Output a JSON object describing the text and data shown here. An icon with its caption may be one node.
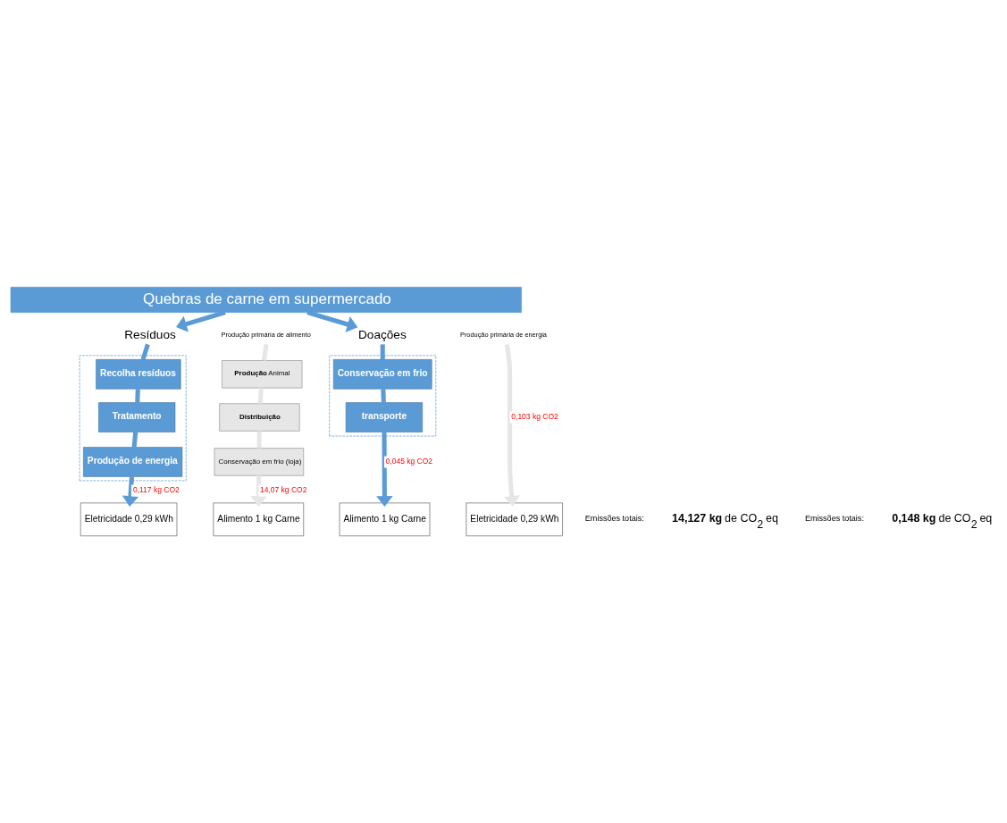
{
  "diagram": {
    "nodes": [
      {
        "text": [
          "Quebras de carne em supermercado"
        ]
      },
      {
        "text": [
          "Resíduos"
        ]
      },
      {
        "text": [],
        "shape": "box"
      },
      {
        "text": [
          "Recolha resíduos"
        ],
        "in": 2
      },
      {
        "text": [
          "Tratamento"
        ],
        "in": 2
      },
      {
        "text": [
          "Produção de energia"
        ],
        "in": 2
      },
      {
        "text": [
          "Eletricidade 0,29 kWh"
        ]
      },
      {
        "text": [
          "Produção primária de alimento"
        ]
      },
      {
        "text": [
          "**Produção** Animal"
        ]
      },
      {
        "text": [
          "Distribuição"
        ]
      },
      {
        "text": [
          "Conservação em frio (loja)"
        ]
      },
      {
        "text": [
          "Alimento 1 kg Carne"
        ]
      },
      {
        "text": [
          "Doações"
        ]
      },
      {
        "text": [],
        "shape": "box"
      },
      {
        "text": [
          "Conservação em frio"
        ],
        "in": 13
      },
      {
        "text": [
          "transporte"
        ],
        "in": 13
      },
      {
        "text": [
          "Alimento 1 kg Carne"
        ]
      },
      {
        "text": [
          "Produção primária de energia"
        ]
      },
      {
        "text": [
          "Eletricidade 0,29 kWh"
        ]
      }
    ],
    "edges": [
      {
        "from": 0,
        "to": 1,
        "arrow": "to"
      },
      {
        "from": 0,
        "to": 12,
        "arrow": "to"
      },
      {
        "from": 1,
        "to": 3,
        "arrow": "none"
      },
      {
        "from": 3,
        "to": 4,
        "arrow": "none"
      },
      {
        "from": 4,
        "to": 5,
        "arrow": "none"
      },
      {
        "from": 5,
        "to": 6,
        "arrow": "to",
        "label": "0,117 kg CO2"
      },
      {
        "from": 7,
        "to": 8,
        "arrow": "none",
        "color": "#e7e6e6"
      },
      {
        "from": 8,
        "to": 9,
        "arrow": "none",
        "color": "#e7e6e6"
      },
      {
        "from": 9,
        "to": 10,
        "arrow": "none",
        "color": "#e7e6e6"
      },
      {
        "from": 10,
        "to": 11,
        "arrow": "to",
        "label": "14,07 kg CO2",
        "color": "#e7e6e6"
      },
      {
        "from": 12,
        "to": 14,
        "arrow": "none"
      },
      {
        "from": 14,
        "to": 15,
        "arrow": "none"
      },
      {
        "from": 15,
        "to": 16,
        "arrow": "to",
        "label": "0,045 kg CO2"
      },
      {
        "from": 17,
        "to": 18,
        "arrow": "to",
        "label": "0,103 kg CO2",
        "color": "#e7e6e6"
      }
    ],
    "labels": [
      "Emissões totais:",
      "**14,127 kg** de CO$_{2}$ eq",
      "Emissões totais:",
      "**0,148 kg** de CO$_{2}$ eq"
    ]
  }
}
